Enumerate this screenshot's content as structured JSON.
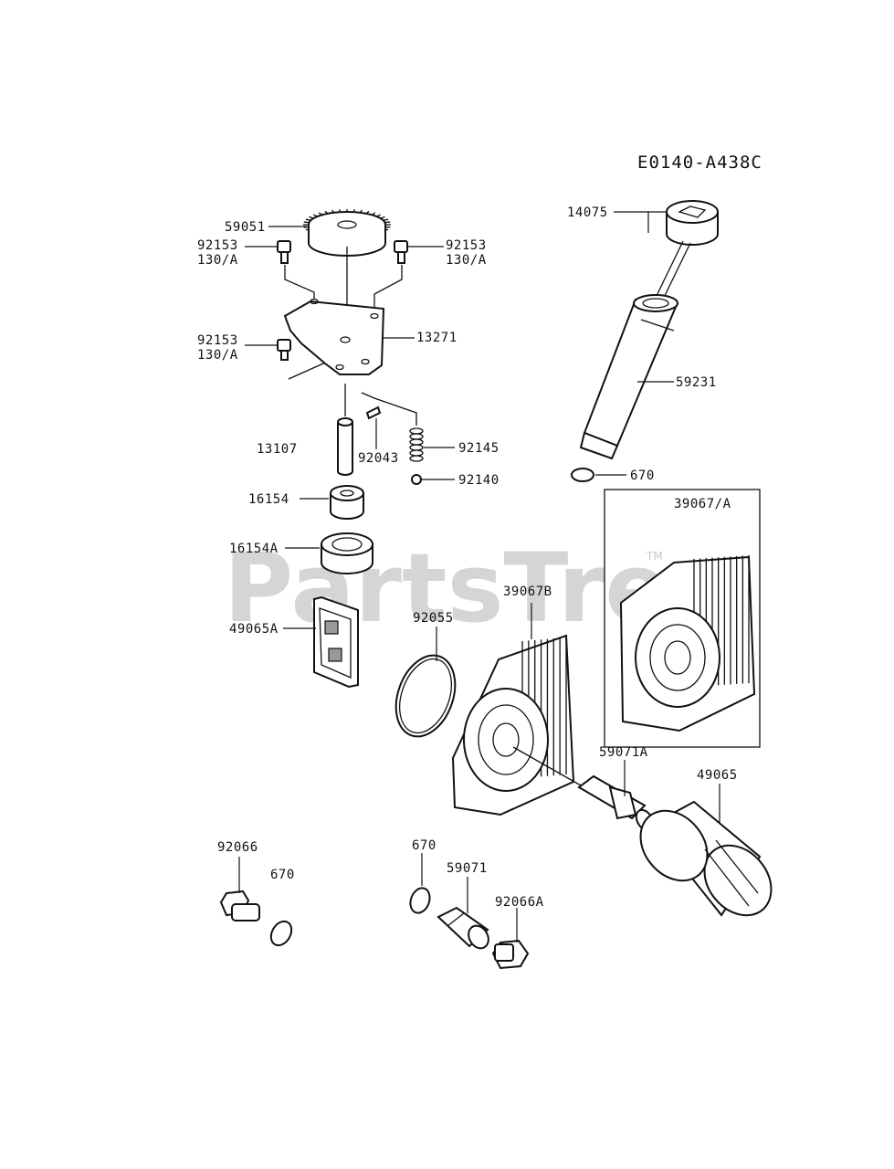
{
  "diagram_code": "E0140-A438C",
  "watermark": {
    "text": "PartsTree",
    "trademark": "TM"
  },
  "labels": {
    "p59051": "59051",
    "p92153_a1": "92153",
    "p92153_a2": "130/A",
    "p92153_b1": "92153",
    "p92153_b2": "130/A",
    "p92153_c1": "92153",
    "p92153_c2": "130/A",
    "p13271": "13271",
    "p13107": "13107",
    "p92043": "92043",
    "p92145": "92145",
    "p92140": "92140",
    "p16154": "16154",
    "p16154A": "16154A",
    "p49065A": "49065A",
    "p14075": "14075",
    "p59231": "59231",
    "p670_top": "670",
    "p39067A": "39067/A",
    "p39067B": "39067B",
    "p92055": "92055",
    "p59071A": "59071A",
    "p49065": "49065",
    "p92066": "92066",
    "p670_left": "670",
    "p670_mid": "670",
    "p59071": "59071",
    "p92066A": "92066A"
  }
}
